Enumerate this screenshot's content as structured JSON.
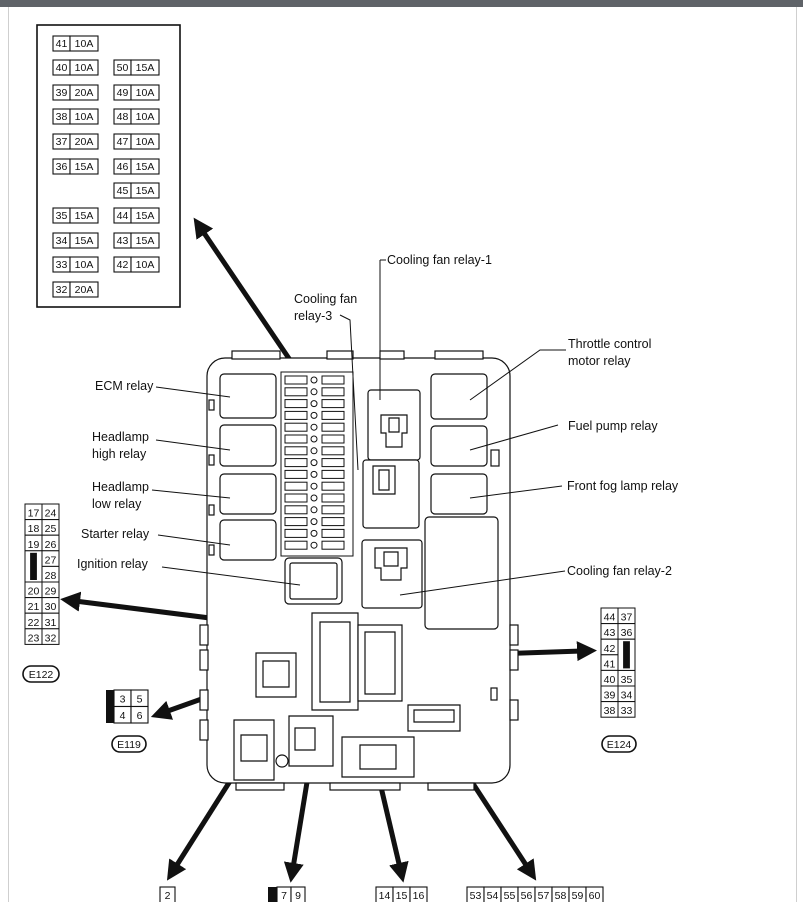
{
  "fuse_panel": {
    "left_column": [
      {
        "num": "41",
        "amp": "10A"
      },
      {
        "num": "40",
        "amp": "10A"
      },
      {
        "num": "39",
        "amp": "20A"
      },
      {
        "num": "38",
        "amp": "10A"
      },
      {
        "num": "37",
        "amp": "20A"
      },
      {
        "num": "36",
        "amp": "15A"
      },
      {
        "num": "35",
        "amp": "15A"
      },
      {
        "num": "34",
        "amp": "15A"
      },
      {
        "num": "33",
        "amp": "10A"
      },
      {
        "num": "32",
        "amp": "20A"
      }
    ],
    "right_column": [
      {
        "num": "50",
        "amp": "15A"
      },
      {
        "num": "49",
        "amp": "10A"
      },
      {
        "num": "48",
        "amp": "10A"
      },
      {
        "num": "47",
        "amp": "10A"
      },
      {
        "num": "46",
        "amp": "15A"
      },
      {
        "num": "45",
        "amp": "15A"
      },
      {
        "num": "44",
        "amp": "15A"
      },
      {
        "num": "43",
        "amp": "15A"
      },
      {
        "num": "42",
        "amp": "10A"
      }
    ]
  },
  "labels": {
    "cooling_fan_relay_1": "Cooling fan relay-1",
    "cooling_fan_relay_3_l1": "Cooling fan",
    "cooling_fan_relay_3_l2": "relay-3",
    "throttle_l1": "Throttle control",
    "throttle_l2": "motor relay",
    "ecm_relay": "ECM relay",
    "headlamp_high_l1": "Headlamp",
    "headlamp_high_l2": "high relay",
    "fuel_pump_relay": "Fuel pump relay",
    "headlamp_low_l1": "Headlamp",
    "headlamp_low_l2": "low relay",
    "front_fog_lamp_relay": "Front fog lamp relay",
    "starter_relay": "Starter relay",
    "ignition_relay": "Ignition relay",
    "cooling_fan_relay_2": "Cooling fan relay-2"
  },
  "connectors": {
    "e122": {
      "tag": "E122",
      "rows": [
        [
          "17",
          "24"
        ],
        [
          "18",
          "25"
        ],
        [
          "19",
          "26"
        ],
        [
          "",
          "27"
        ],
        [
          "",
          "28"
        ],
        [
          "20",
          "29"
        ],
        [
          "21",
          "30"
        ],
        [
          "22",
          "31"
        ],
        [
          "23",
          "32"
        ]
      ]
    },
    "e119": {
      "tag": "E119",
      "rows": [
        [
          "3",
          "5"
        ],
        [
          "4",
          "6"
        ]
      ]
    },
    "e124": {
      "tag": "E124",
      "rows": [
        [
          "44",
          "37"
        ],
        [
          "43",
          "36"
        ],
        [
          "42",
          ""
        ],
        [
          "41",
          ""
        ],
        [
          "40",
          "35"
        ],
        [
          "39",
          "34"
        ],
        [
          "38",
          "33"
        ]
      ]
    },
    "bottom": {
      "a": [
        "2"
      ],
      "b": [
        "7",
        "9"
      ],
      "c": [
        "14",
        "15",
        "16"
      ],
      "d": [
        "53",
        "54",
        "55",
        "56",
        "57",
        "58",
        "59",
        "60"
      ]
    }
  }
}
